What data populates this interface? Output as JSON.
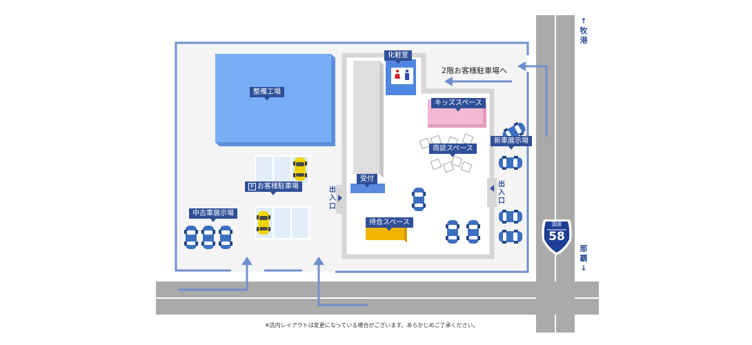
{
  "map": {
    "areas": {
      "maintenance": "整備工場",
      "restroom": "化粧室",
      "kids": "キッズスペース",
      "meeting": "商談スペース",
      "reception": "受付",
      "waiting": "待合スペース",
      "customer_parking": "お客様駐車場",
      "parking_mark": "P",
      "used_cars": "中古車展示場",
      "new_cars": "新車展示場"
    },
    "entrance": {
      "text": "出入口",
      "chars": [
        "出",
        "入",
        "口"
      ]
    },
    "floor2_parking": "2階お客様駐車場へ",
    "directions": {
      "north": {
        "arrow": "↑",
        "chars": [
          "牧",
          "港"
        ]
      },
      "south": {
        "arrow": "↓",
        "chars": [
          "那",
          "覇"
        ]
      }
    },
    "route": {
      "label": "国道",
      "number": "58"
    },
    "note": "※店内レイアウトは変更になっている場合がございます。あらかじめご了承ください。",
    "colors": {
      "outline": "#6f8fd0",
      "label_bg": "#2f4f98",
      "maintenance": "#78aef5",
      "kids": "#f3b8d2",
      "waiting": "#f0b400",
      "road": "#a9a9a9",
      "car_blue": "#3c6fc0",
      "car_yellow": "#f1d400"
    }
  }
}
